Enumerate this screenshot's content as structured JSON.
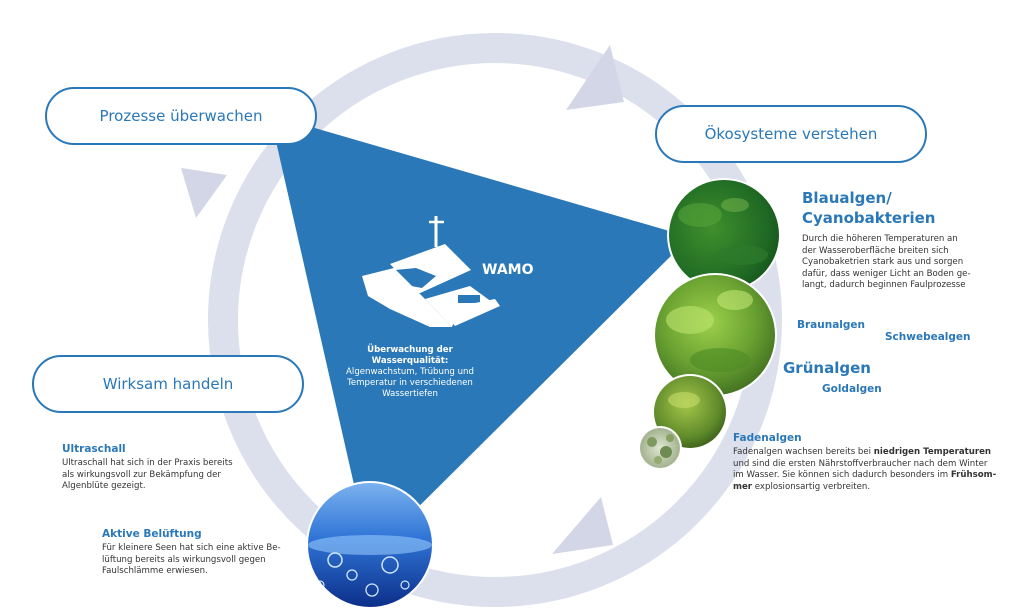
{
  "pills": {
    "prozesse": "Prozesse überwachen",
    "oekosysteme": "Ökosysteme verstehen",
    "handeln": "Wirksam handeln"
  },
  "center": {
    "name": "WAMO",
    "title": "Überwachung der Wasserqualität:",
    "line1": "Algenwachstum, Trübung und",
    "line2": "Temperatur in verschiedenen",
    "line3": "Wassertiefen"
  },
  "blaualgen": {
    "title1": "Blaualgen/",
    "title2": "Cyanobakterien",
    "line1": "Durch die höheren Temperaturen an",
    "line2": "der Wasseroberfläche breiten sich",
    "line3": "Cyanobaketrien stark aus und sorgen",
    "line4": "dafür, dass weniger Licht an Boden ge-",
    "line5": "langt, dadurch beginnen Faulprozesse"
  },
  "algae_labels": {
    "braunalgen": "Braunalgen",
    "schwebealgen": "Schwebealgen",
    "gruenalgen": "Grünalgen",
    "goldalgen": "Goldalgen"
  },
  "fadenalgen": {
    "title": "Fadenalgen",
    "line1_a": "Fadenalgen wachsen bereits bei ",
    "line1_b": "niedrigen Temperaturen",
    "line2": "und sind die ersten Nährstoffverbraucher nach dem Winter",
    "line3_a": "im Wasser. Sie können sich dadurch besonders im ",
    "line3_b": "Frühsom-",
    "line4_a": "mer",
    "line4_b": " explosionsartig verbreiten."
  },
  "ultraschall": {
    "title": "Ultraschall",
    "line1": "Ultraschall hat sich in der Praxis bereits",
    "line2": "als wirkungsvoll zur Bekämpfung der",
    "line3": "Algenblüte gezeigt."
  },
  "belueftung": {
    "title": "Aktive Belüftung",
    "line1": "Für kleinere Seen hat sich eine aktive Be-",
    "line2": "lüftung bereits als wirkungsvoll gegen",
    "line3": "Faulschlämme erwiesen."
  },
  "colors": {
    "accent": "#2a78b8",
    "ring": "#dcdfec",
    "triangle": "#2a78b8"
  }
}
